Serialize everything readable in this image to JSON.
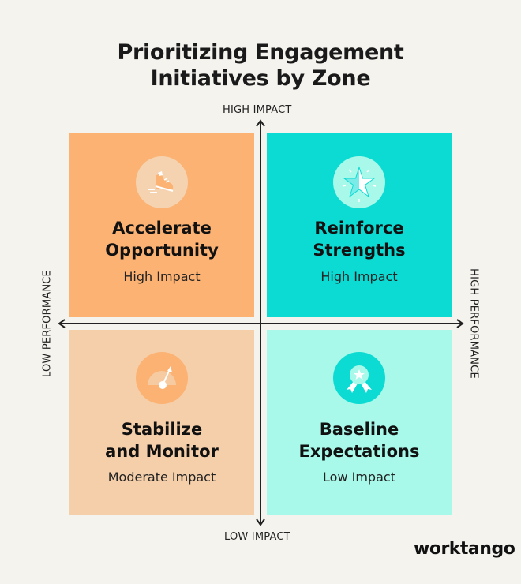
{
  "title_line1": "Prioritizing Engagement",
  "title_line2": "Initiatives by Zone",
  "axes": {
    "top": "HIGH IMPACT",
    "bottom": "LOW IMPACT",
    "left": "LOW PERFORMANCE",
    "right": "HIGH PERFORMANCE"
  },
  "quadrants": [
    {
      "name1": "Accelerate",
      "name2": "Opportunity",
      "impact": "High Impact",
      "icon": "sneaker-icon",
      "color": "#fbb273"
    },
    {
      "name1": "Reinforce",
      "name2": "Strengths",
      "impact": "High Impact",
      "icon": "star-icon",
      "color": "#0cdbd3"
    },
    {
      "name1": "Stabilize",
      "name2": "and Monitor",
      "impact": "Moderate Impact",
      "icon": "gauge-icon",
      "color": "#f5cfaa"
    },
    {
      "name1": "Baseline",
      "name2": "Expectations",
      "impact": "Low Impact",
      "icon": "award-ribbon-icon",
      "color": "#a8f9ea"
    }
  ],
  "logo": "worktango"
}
